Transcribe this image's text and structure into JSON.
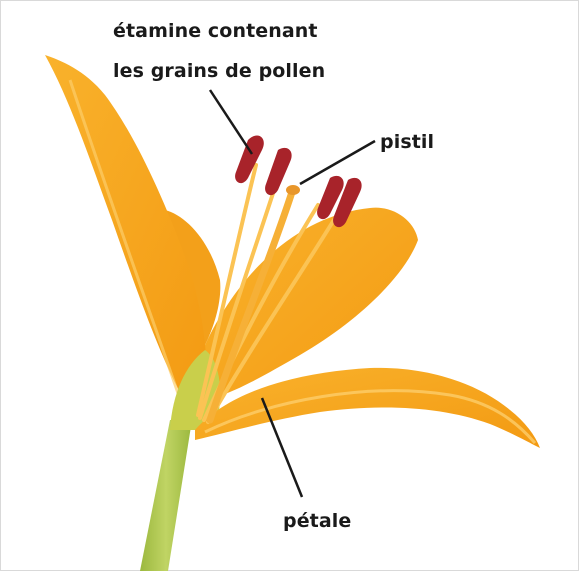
{
  "labels": {
    "stamen_line1": "étamine contenant",
    "stamen_line2": "les grains de pollen",
    "pistil": "pistil",
    "petal": "pétale"
  },
  "colors": {
    "petal_orange": "#f7a21b",
    "petal_light": "#fbc04a",
    "stem_green": "#a9c24a",
    "anther_red": "#a8232a",
    "line_dark": "#1a1a1a"
  }
}
